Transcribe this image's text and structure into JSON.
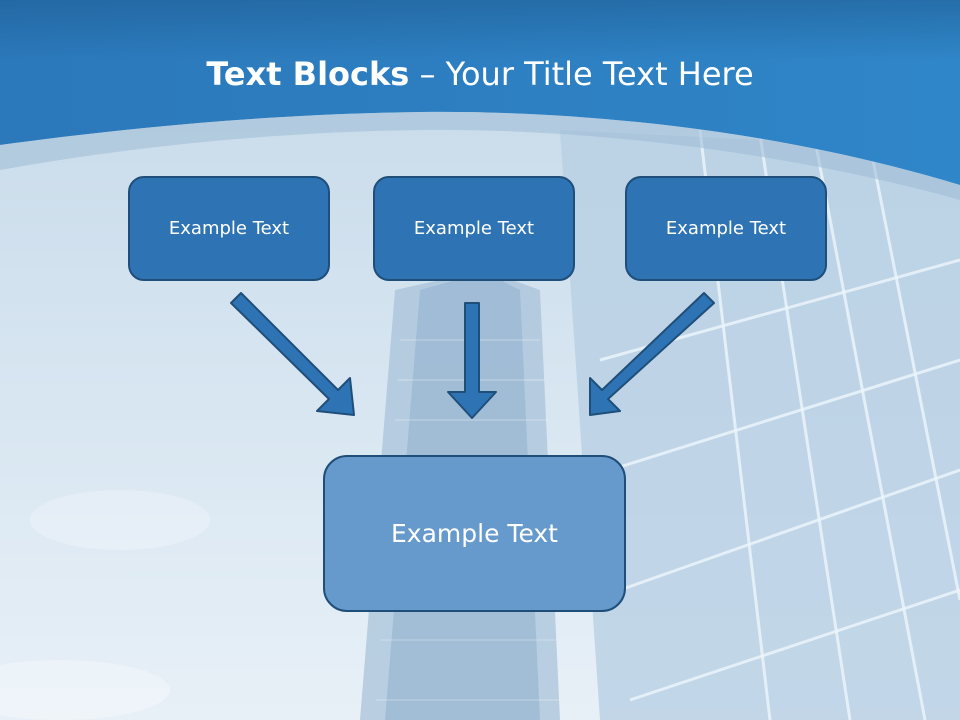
{
  "title": {
    "bold": "Text Blocks",
    "rest": " – Your Title Text Here"
  },
  "blocks": [
    {
      "label": "Example Text"
    },
    {
      "label": "Example Text"
    },
    {
      "label": "Example Text"
    }
  ],
  "target": {
    "label": "Example Text"
  },
  "colors": {
    "header": "#2e7bbf",
    "box_fill": "#2e74b5",
    "box_border": "#1f4e79",
    "target_fill": "#6699cc",
    "arrow_fill": "#2e74b5"
  }
}
